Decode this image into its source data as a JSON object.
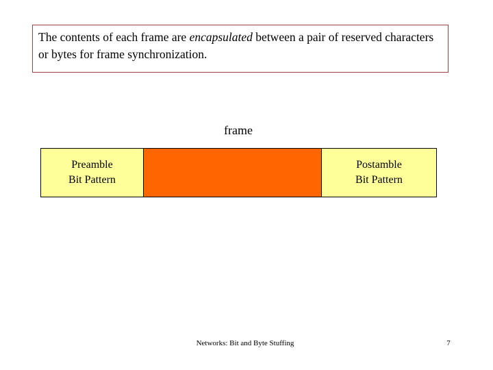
{
  "slide": {
    "background_color": "#FFFFFF",
    "statement": {
      "border_color": "#A04040",
      "text_before_italic": "The contents of each frame are ",
      "italic_word": "encapsulated",
      "text_after_italic": " between a pair of reserved characters or bytes for frame synchronization.",
      "full_text": "The contents of each frame are encapsulated between a pair of reserved characters or bytes for frame synchronization."
    },
    "diagram": {
      "caption": "frame",
      "segments": [
        {
          "name": "preamble",
          "line1": "Preamble",
          "line2": "Bit Pattern",
          "fill_color": "#FFFF99",
          "border_color": "#000000"
        },
        {
          "name": "payload",
          "line1": "",
          "line2": "",
          "fill_color": "#FF6600",
          "border_color": "#000000"
        },
        {
          "name": "postamble",
          "line1": "Postamble",
          "line2": "Bit Pattern",
          "fill_color": "#FFFF99",
          "border_color": "#000000"
        }
      ]
    },
    "footer": {
      "title": "Networks: Bit and Byte Stuffing",
      "page_number": "7"
    }
  }
}
